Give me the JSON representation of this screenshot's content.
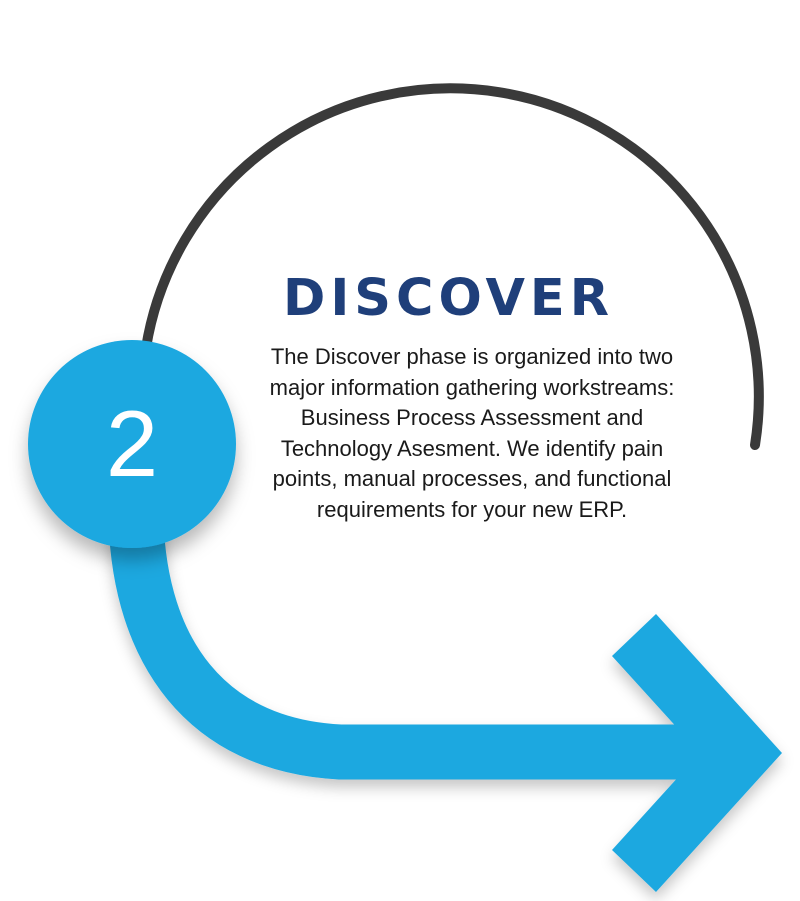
{
  "step": {
    "number": "2",
    "title": "DISCOVER",
    "description": "The Discover phase is organized into two major information gathering workstreams: Business Process Assessment and Technology Asesment. We identify pain points, manual processes, and functional requirements for your new ERP."
  },
  "colors": {
    "accent_blue": "#1fa8e0",
    "title_navy": "#1f3f7a",
    "arc_gray": "#3a3a3a",
    "text": "#1a1a1a"
  }
}
